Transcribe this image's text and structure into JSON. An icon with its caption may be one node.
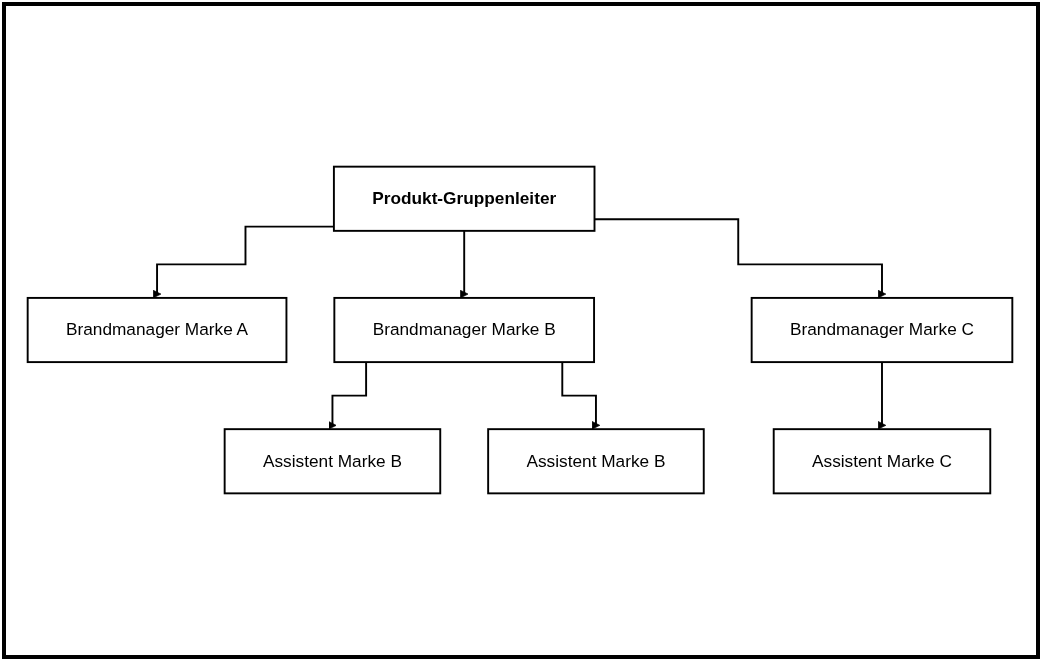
{
  "diagram": {
    "nodes": [
      {
        "text": [
          "Produkt-Gruppenleiter"
        ]
      },
      {
        "text": [
          "Brandmanager Marke A"
        ]
      },
      {
        "text": [
          "Brandmanager Marke B"
        ]
      },
      {
        "text": [
          "Brandmanager Marke C"
        ]
      },
      {
        "text": [
          "Assistent Marke B"
        ]
      },
      {
        "text": [
          "Assistent Marke B"
        ]
      },
      {
        "text": [
          "Assistent Marke C"
        ]
      }
    ],
    "edges": [
      {
        "from": 0,
        "to": 1,
        "arrow": "to"
      },
      {
        "from": 0,
        "to": 2,
        "arrow": "to"
      },
      {
        "from": 0,
        "to": 3,
        "arrow": "to"
      },
      {
        "from": 2,
        "to": 4,
        "arrow": "to"
      },
      {
        "from": 2,
        "to": 5,
        "arrow": "to"
      },
      {
        "from": 3,
        "to": 6,
        "arrow": "to"
      }
    ]
  }
}
